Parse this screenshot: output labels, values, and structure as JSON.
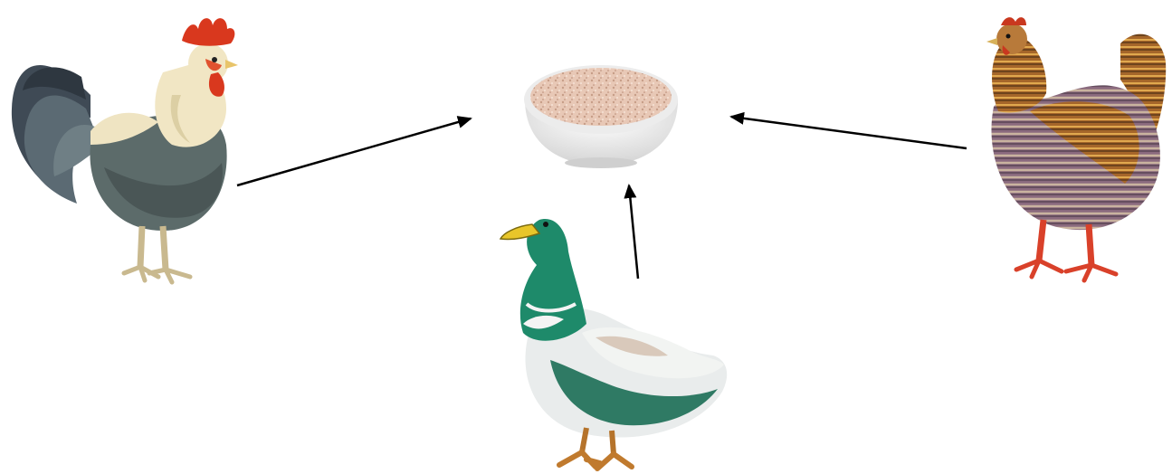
{
  "diagram": {
    "nodes": [
      {
        "id": "feed",
        "icon": "feed-bowl-icon"
      },
      {
        "id": "rooster",
        "icon": "rooster-icon"
      },
      {
        "id": "duck",
        "icon": "duck-icon"
      },
      {
        "id": "hen",
        "icon": "hen-icon"
      }
    ],
    "edges": [
      {
        "from": "rooster",
        "to": "feed"
      },
      {
        "from": "duck",
        "to": "feed"
      },
      {
        "from": "hen",
        "to": "feed"
      }
    ],
    "colors": {
      "arrow": "#000000",
      "background": "#ffffff"
    }
  }
}
